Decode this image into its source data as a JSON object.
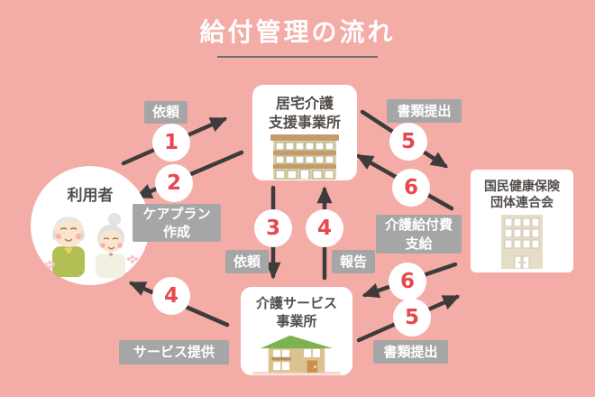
{
  "title": "給付管理の流れ",
  "colors": {
    "background": "#F4ACA6",
    "label_background": "#A6A6A6",
    "arrow": "#3D3B3B",
    "number_red": "#E8474F",
    "node_text": "#534E4B",
    "title_text": "#FFFFFF"
  },
  "nodes": {
    "home_care": {
      "line1": "居宅介護",
      "line2": "支援事業所",
      "icon": "apartment-building-icon"
    },
    "user": {
      "name": "利用者",
      "icon": "elderly-couple-icon"
    },
    "insurance": {
      "line1": "国民健康保険",
      "line2": "団体連合会",
      "icon": "office-building-icon"
    },
    "care_service": {
      "line1": "介護サービス",
      "line2": "事業所",
      "icon": "house-icon"
    }
  },
  "flows": {
    "request_user": {
      "number": "1",
      "label": "依頼",
      "from": "利用者",
      "to": "居宅介護支援事業所"
    },
    "care_plan": {
      "number": "2",
      "label_line1": "ケアプラン",
      "label_line2": "作成",
      "from": "居宅介護支援事業所",
      "to": "利用者"
    },
    "request_service": {
      "number": "3",
      "label": "依頼",
      "from": "居宅介護支援事業所",
      "to": "介護サービス事業所"
    },
    "report": {
      "number": "4",
      "label": "報告",
      "from": "介護サービス事業所",
      "to": "居宅介護支援事業所"
    },
    "service_provide": {
      "number": "4",
      "label": "サービス提供",
      "from": "介護サービス事業所",
      "to": "利用者"
    },
    "docs_top": {
      "number": "5",
      "label": "書類提出",
      "from": "居宅介護支援事業所",
      "to": "国民健康保険団体連合会"
    },
    "benefit_top": {
      "number": "6",
      "label_line1": "介護給付費",
      "label_line2": "支給",
      "from": "国民健康保険団体連合会",
      "to": "居宅介護支援事業所"
    },
    "docs_bottom": {
      "number": "5",
      "label": "書類提出",
      "from": "介護サービス事業所",
      "to": "国民健康保険団体連合会"
    },
    "benefit_bottom": {
      "number": "6",
      "from": "国民健康保険団体連合会",
      "to": "介護サービス事業所"
    }
  }
}
